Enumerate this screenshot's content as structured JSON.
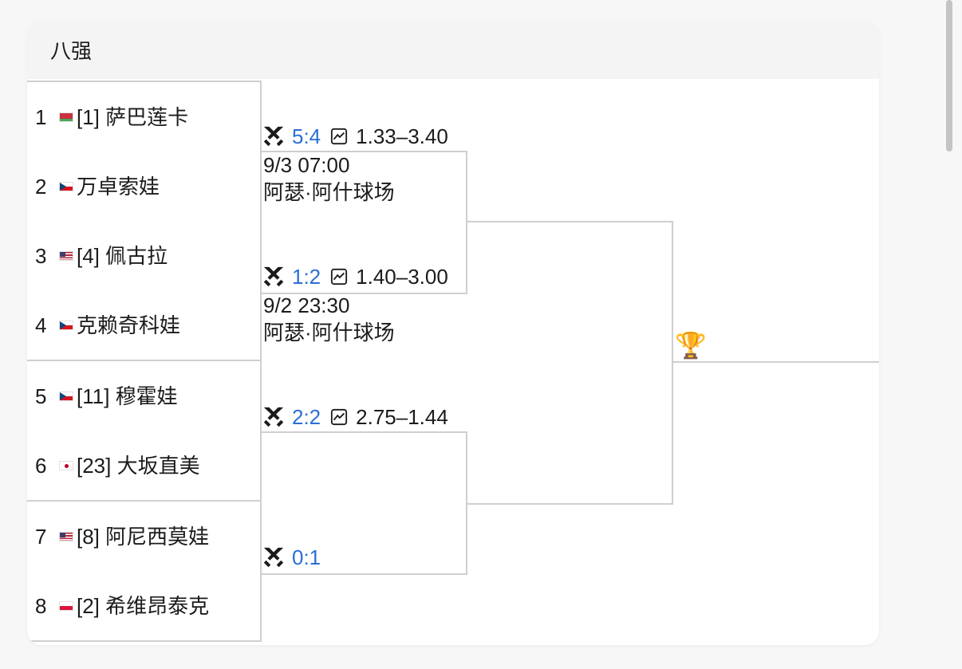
{
  "round_title": "八强",
  "players": [
    {
      "num": "1",
      "flag": "belarus-flag",
      "name": "[1] 萨巴莲卡"
    },
    {
      "num": "2",
      "flag": "czech-flag",
      "name": " 万卓索娃"
    },
    {
      "num": "3",
      "flag": "usa-flag",
      "name": "[4] 佩古拉"
    },
    {
      "num": "4",
      "flag": "czech-flag",
      "name": " 克赖奇科娃"
    },
    {
      "num": "5",
      "flag": "czech-flag",
      "name": "[11] 穆霍娃"
    },
    {
      "num": "6",
      "flag": "japan-flag",
      "name": "[23] 大坂直美"
    },
    {
      "num": "7",
      "flag": "usa-flag",
      "name": "[8] 阿尼西莫娃"
    },
    {
      "num": "8",
      "flag": "poland-flag",
      "name": "[2] 希维昂泰克"
    }
  ],
  "matches": [
    {
      "score": "5:4",
      "odds": "1.33–3.40",
      "time": "9/3 07:00",
      "venue": "阿瑟·阿什球场"
    },
    {
      "score": "1:2",
      "odds": "1.40–3.00",
      "time": "9/2 23:30",
      "venue": "阿瑟·阿什球场"
    },
    {
      "score": "2:2",
      "odds": "2.75–1.44",
      "time": "",
      "venue": ""
    },
    {
      "score": "0:1",
      "odds": "",
      "time": "",
      "venue": ""
    }
  ],
  "icons": {
    "match": "crossed-swords-icon",
    "odds": "trend-chart-icon",
    "final": "trophy-icon"
  },
  "colors": {
    "score": "#2a6fd6",
    "bracket_line": "#cfcfcf"
  }
}
